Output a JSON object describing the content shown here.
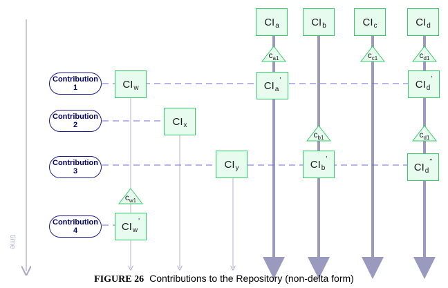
{
  "time_label": "time",
  "caption": {
    "figure": "FIGURE 26",
    "text": "Contributions to the Repository (non-delta form)"
  },
  "contributions": [
    {
      "title": "Contribution",
      "num": "1"
    },
    {
      "title": "Contribution",
      "num": "2"
    },
    {
      "title": "Contribution",
      "num": "3"
    },
    {
      "title": "Contribution",
      "num": "4"
    }
  ],
  "items": {
    "a": {
      "base": "CI",
      "sub": "a",
      "sup": ""
    },
    "b": {
      "base": "CI",
      "sub": "b",
      "sup": ""
    },
    "c": {
      "base": "CI",
      "sub": "c",
      "sup": ""
    },
    "d": {
      "base": "CI",
      "sub": "d",
      "sup": ""
    },
    "w": {
      "base": "CI",
      "sub": "w",
      "sup": ""
    },
    "a1": {
      "base": "CI",
      "sub": "a",
      "sup": "'"
    },
    "d1": {
      "base": "CI",
      "sub": "d",
      "sup": "'"
    },
    "x": {
      "base": "CI",
      "sub": "x",
      "sup": ""
    },
    "y": {
      "base": "CI",
      "sub": "y",
      "sup": ""
    },
    "b1": {
      "base": "CI",
      "sub": "b",
      "sup": "'"
    },
    "d2": {
      "base": "CI",
      "sub": "d",
      "sup": "''"
    },
    "w1": {
      "base": "CI",
      "sub": "w",
      "sup": "'"
    }
  },
  "changes": {
    "ca": {
      "base": "c",
      "sub": "a1"
    },
    "cc": {
      "base": "c",
      "sub": "c1"
    },
    "cd": {
      "base": "c",
      "sub": "d1"
    },
    "cb": {
      "base": "c",
      "sub": "b1"
    },
    "cd2": {
      "base": "c",
      "sub": "d1"
    },
    "cw": {
      "base": "c",
      "sub": "w1"
    }
  }
}
